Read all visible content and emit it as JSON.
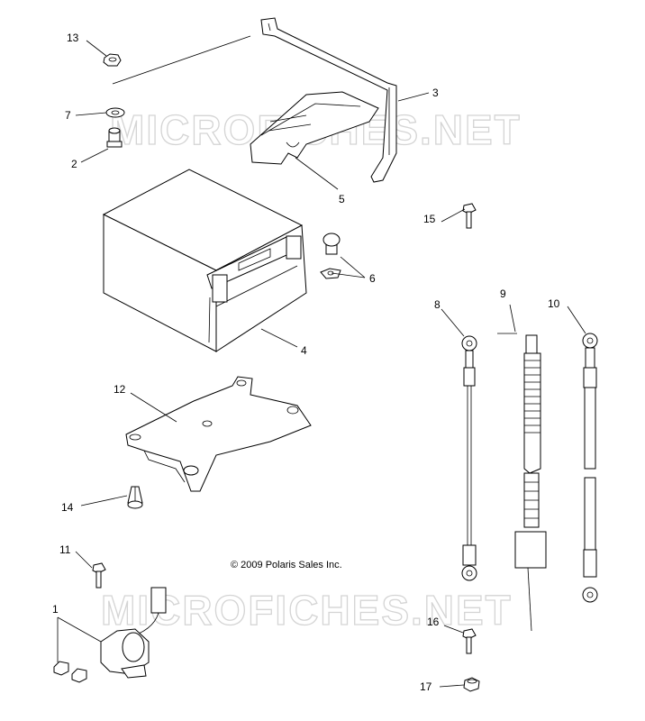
{
  "watermarks": [
    "MICROFICHES.NET",
    "MICROFICHES.NET"
  ],
  "copyright": "© 2009 Polaris Sales Inc.",
  "callouts": [
    {
      "id": "13",
      "label": "13"
    },
    {
      "id": "7",
      "label": "7"
    },
    {
      "id": "2",
      "label": "2"
    },
    {
      "id": "3",
      "label": "3"
    },
    {
      "id": "5",
      "label": "5"
    },
    {
      "id": "6",
      "label": "6"
    },
    {
      "id": "4",
      "label": "4"
    },
    {
      "id": "15",
      "label": "15"
    },
    {
      "id": "8",
      "label": "8"
    },
    {
      "id": "9",
      "label": "9"
    },
    {
      "id": "10",
      "label": "10"
    },
    {
      "id": "12",
      "label": "12"
    },
    {
      "id": "14",
      "label": "14"
    },
    {
      "id": "11",
      "label": "11"
    },
    {
      "id": "1",
      "label": "1"
    },
    {
      "id": "16",
      "label": "16"
    },
    {
      "id": "17",
      "label": "17"
    }
  ]
}
